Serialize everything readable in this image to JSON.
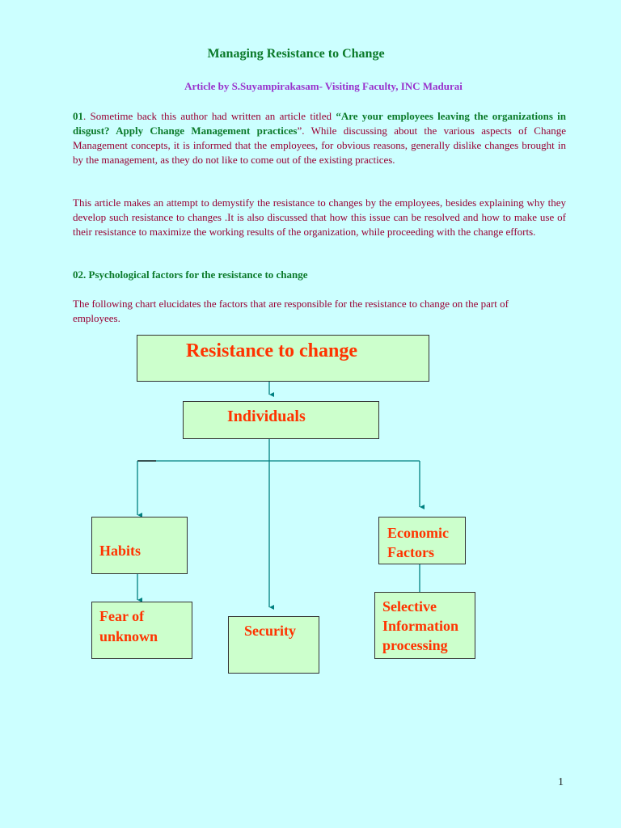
{
  "title": "Managing Resistance to Change",
  "byline": "Article by S.Suyampirakasam- Visiting Faculty, INC Madurai",
  "para1": {
    "number": "01",
    "text_a": ". Sometime back this author had written an article titled ",
    "quote": "“Are your employees leaving the organizations in disgust? Apply Change Management practices",
    "text_b": "”. While discussing about the various aspects of Change Management concepts, it is informed that the employees, for obvious reasons, generally dislike changes brought in by the management, as they do not like to come out of the existing practices."
  },
  "para2": "This article makes an attempt to demystify the resistance to changes by the employees, besides explaining why they develop such resistance to changes .It is also discussed that how this issue can be resolved and how to make use of their resistance to maximize the working results of the organization, while proceeding with the change efforts.",
  "heading2": "02. Psychological factors for the resistance to change",
  "para3": "The following chart elucidates the factors that are responsible for the resistance to change on the part of employees.",
  "diagram": {
    "root": "Resistance to change",
    "individuals": "Individuals",
    "habits": "Habits",
    "economic": "Economic\nFactors",
    "fear": "Fear of\nunknown",
    "security": "Security",
    "selective": "Selective\nInformation\nprocessing"
  },
  "colors": {
    "background": "#ccffff",
    "box_fill": "#ccffcc",
    "box_text": "#ff3300",
    "connector": "#008080"
  },
  "page_number": "1"
}
